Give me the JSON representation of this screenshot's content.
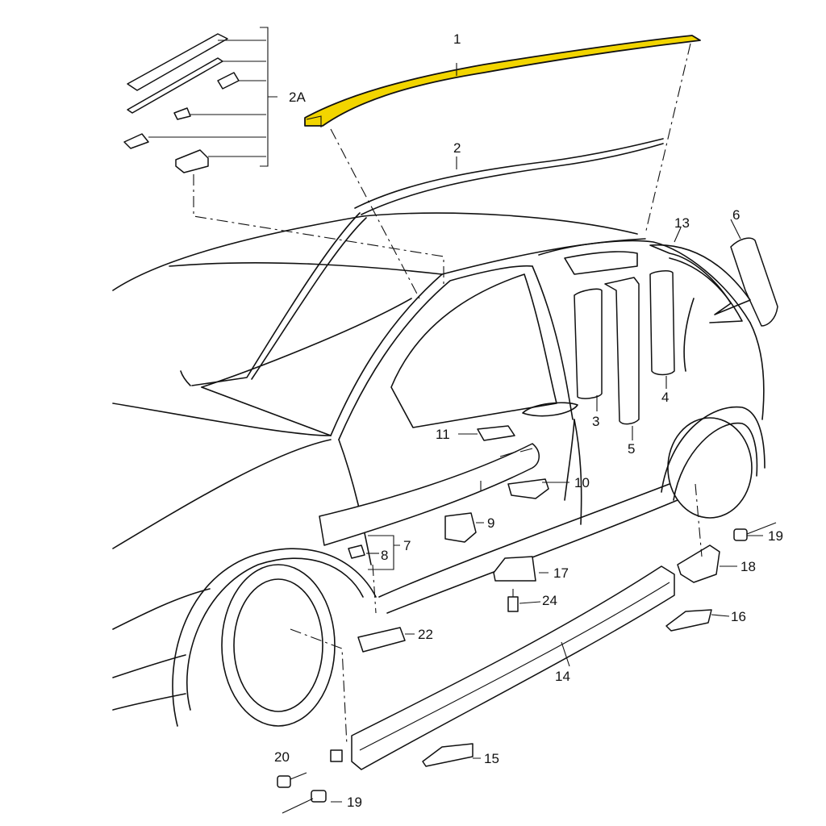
{
  "highlight_color": "#f2d500",
  "labels": {
    "p1": "1",
    "p2": "2",
    "p2a": "2A",
    "p3": "3",
    "p4": "4",
    "p5": "5",
    "p6": "6",
    "p7": "7",
    "p8": "8",
    "p9": "9",
    "p10": "10",
    "p11": "11",
    "p13": "13",
    "p14": "14",
    "p15": "15",
    "p16": "16",
    "p17": "17",
    "p18": "18",
    "p19a": "19",
    "p19b": "19",
    "p20": "20",
    "p22": "22",
    "p24": "24"
  }
}
